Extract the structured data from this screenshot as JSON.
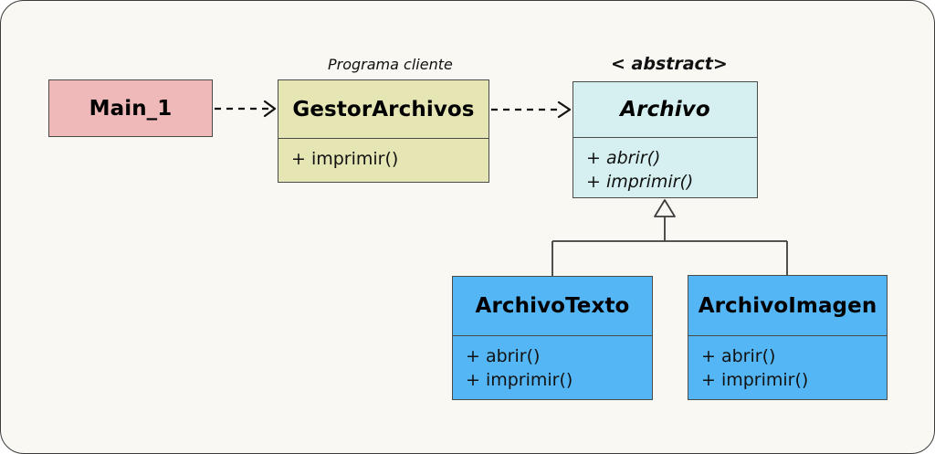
{
  "diagram": {
    "type": "uml-class-diagram",
    "background_color": "#faf8f2",
    "border_color": "#3c3c3c",
    "classes": [
      {
        "id": "main",
        "name": "Main_1",
        "fill": "#eeb9b8",
        "stereotype": "",
        "caption": "",
        "members": [],
        "abstract": false
      },
      {
        "id": "gestor",
        "name": "GestorArchivos",
        "fill": "#e6e5b4",
        "stereotype": "",
        "caption": "Programa cliente",
        "members": [
          "+ imprimir()"
        ],
        "abstract": false
      },
      {
        "id": "archivo",
        "name": "Archivo",
        "fill": "#d6f0f1",
        "stereotype": "< abstract>",
        "caption": "< abstract>",
        "members": [
          "+ abrir()",
          "+ imprimir()"
        ],
        "abstract": true
      },
      {
        "id": "texto",
        "name": "ArchivoTexto",
        "fill": "#55b6f6",
        "stereotype": "",
        "caption": "",
        "members": [
          "+ abrir()",
          "+ imprimir()"
        ],
        "abstract": false
      },
      {
        "id": "imagen",
        "name": "ArchivoImagen",
        "fill": "#55b6f6",
        "stereotype": "",
        "caption": "",
        "members": [
          "+ abrir()",
          "+ imprimir()"
        ],
        "abstract": false
      }
    ],
    "relations": [
      {
        "from": "main",
        "to": "gestor",
        "kind": "dependency",
        "style": "dashed-open-arrow"
      },
      {
        "from": "gestor",
        "to": "archivo",
        "kind": "dependency",
        "style": "dashed-open-arrow"
      },
      {
        "from": "texto",
        "to": "archivo",
        "kind": "inheritance",
        "style": "solid-hollow-triangle"
      },
      {
        "from": "imagen",
        "to": "archivo",
        "kind": "inheritance",
        "style": "solid-hollow-triangle"
      }
    ]
  },
  "labels": {
    "programa_cliente": "Programa cliente",
    "abstract_stereotype": "< abstract>"
  },
  "boxes": {
    "main": {
      "title": "Main_1"
    },
    "gestor": {
      "title": "GestorArchivos",
      "m0": "+ imprimir()"
    },
    "archivo": {
      "title": "Archivo",
      "m0": "+ abrir()",
      "m1": "+ imprimir()"
    },
    "texto": {
      "title": "ArchivoTexto",
      "m0": "+ abrir()",
      "m1": "+ imprimir()"
    },
    "imagen": {
      "title": "ArchivoImagen",
      "m0": "+ abrir()",
      "m1": "+ imprimir()"
    }
  }
}
